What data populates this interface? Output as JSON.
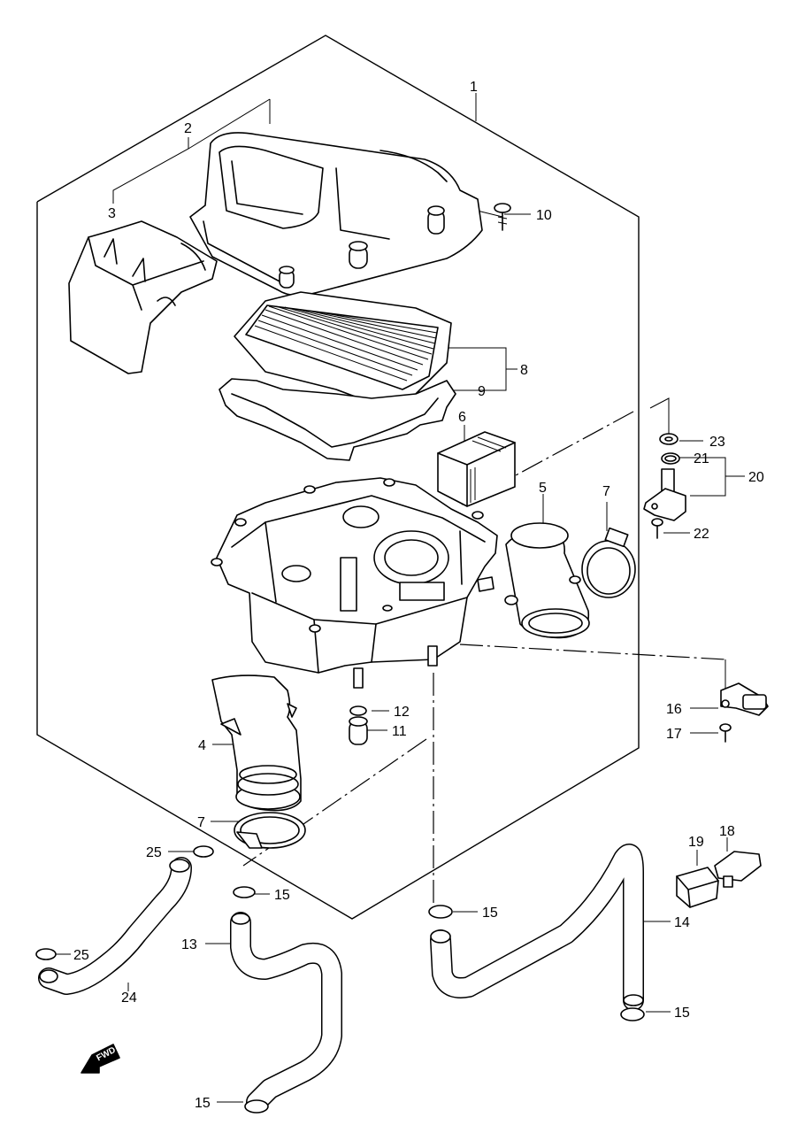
{
  "fwd_label": "FWD",
  "callouts": {
    "c1": "1",
    "c2": "2",
    "c3": "3",
    "c4": "4",
    "c5": "5",
    "c6": "6",
    "c7a": "7",
    "c7b": "7",
    "c8": "8",
    "c9": "9",
    "c10": "10",
    "c11": "11",
    "c12": "12",
    "c13": "13",
    "c14": "14",
    "c15a": "15",
    "c15b": "15",
    "c15c": "15",
    "c15d": "15",
    "c16": "16",
    "c17": "17",
    "c18": "18",
    "c19": "19",
    "c20": "20",
    "c21": "21",
    "c22": "22",
    "c23": "23",
    "c24": "24",
    "c25a": "25",
    "c25b": "25"
  }
}
